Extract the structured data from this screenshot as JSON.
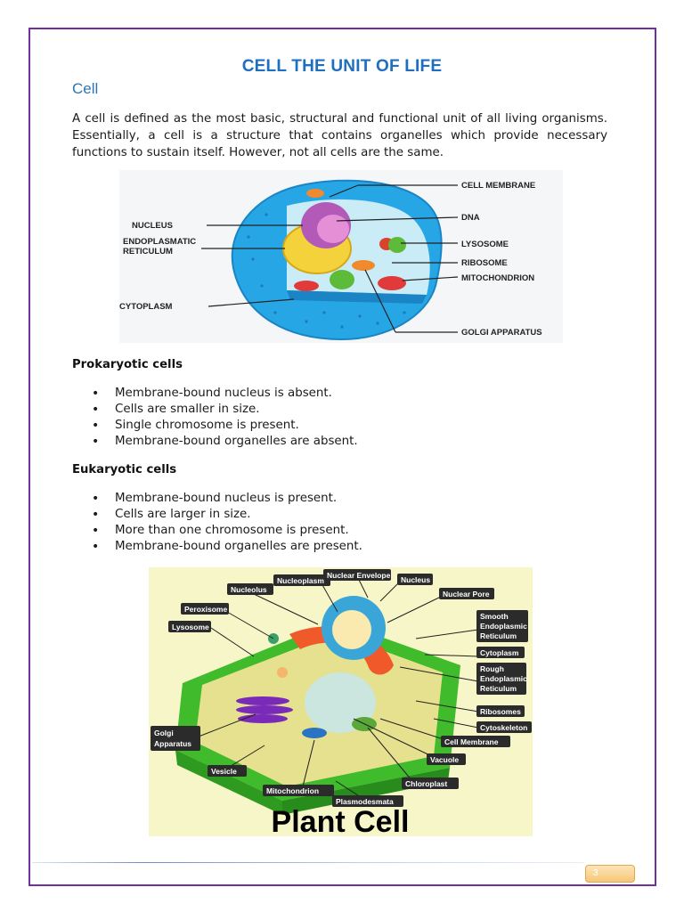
{
  "doc": {
    "title": "CELL THE UNIT OF LIFE",
    "heading": "Cell",
    "intro": "A cell is defined as the most basic, structural and functional unit of all living organisms. Essentially, a cell is a structure that contains organelles which provide necessary functions to sustain itself. However, not all cells are the same.",
    "page_number": "3"
  },
  "animal_cell": {
    "labels": {
      "cell_membrane": "CELL MEMBRANE",
      "dna": "DNA",
      "lysosome": "LYSOSOME",
      "ribosome": "RIBOSOME",
      "mitochondrion": "MITOCHONDRION",
      "golgi": "GOLGI APPARATUS",
      "nucleus": "NUCLEUS",
      "er_line1": "ENDOPLASMATIC",
      "er_line2": "RETICULUM",
      "cytoplasm": "CYTOPLASM"
    }
  },
  "prokaryotic": {
    "heading": "Prokaryotic cells",
    "items": [
      "Membrane-bound nucleus is absent.",
      "Cells are smaller in size.",
      "Single chromosome is present.",
      "Membrane-bound organelles are absent."
    ]
  },
  "eukaryotic": {
    "heading": "Eukaryotic cells",
    "items": [
      "Membrane-bound nucleus is present.",
      "Cells are larger in size.",
      "More than one chromosome is present.",
      "Membrane-bound organelles are present."
    ]
  },
  "plant_cell": {
    "caption": "Plant Cell",
    "labels": {
      "nuclear_envelope": "Nuclear Envelope",
      "nucleoplasm": "Nucleoplasm",
      "nucleus": "Nucleus",
      "nucleolus": "Nucleolus",
      "nuclear_pore": "Nuclear Pore",
      "peroxisome": "Peroxisome",
      "smooth_er_1": "Smooth",
      "smooth_er_2": "Endoplasmic",
      "smooth_er_3": "Reticulum",
      "lysosome": "Lysosome",
      "cytoplasm": "Cytoplasm",
      "rough_er_1": "Rough",
      "rough_er_2": "Endoplasmic",
      "rough_er_3": "Reticulum",
      "ribosomes": "Ribosomes",
      "golgi_1": "Golgi",
      "golgi_2": "Apparatus",
      "cytoskeleton": "Cytoskeleton",
      "cell_membrane": "Cell Membrane",
      "vacuole": "Vacuole",
      "vesicle": "Vesicle",
      "chloroplast": "Chloroplast",
      "mitochondrion": "Mitochondrion",
      "plasmodesmata": "Plasmodesmata"
    }
  },
  "colors": {
    "frame": "#7030a0",
    "title": "#1f6fc0",
    "heading": "#2e74b5"
  }
}
